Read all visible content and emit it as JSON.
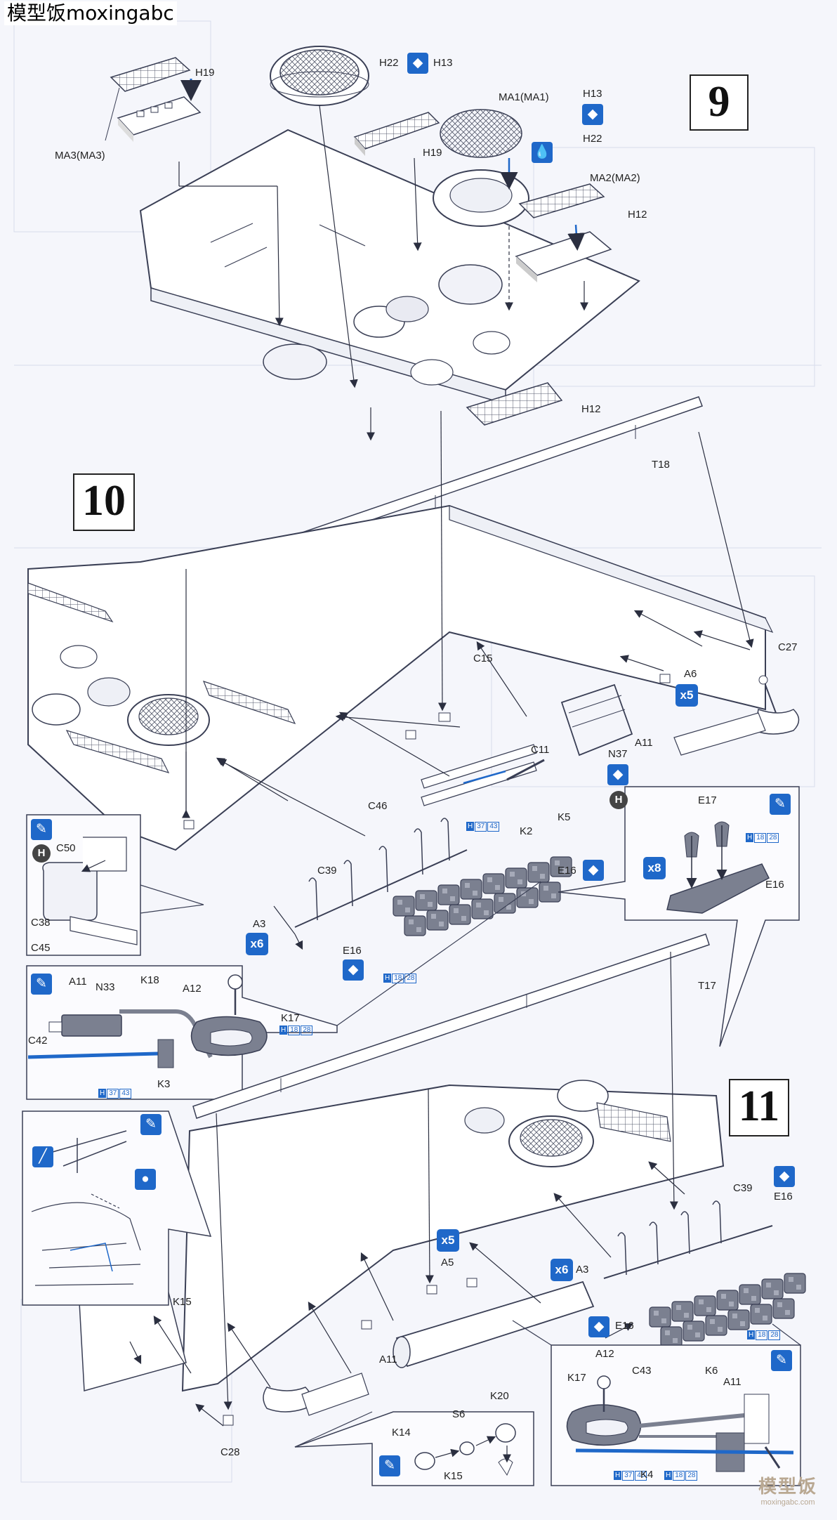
{
  "header": {
    "watermark_title": "模型饭moxingabc"
  },
  "steps": [
    {
      "number": "9"
    },
    {
      "number": "10"
    },
    {
      "number": "11"
    }
  ],
  "callouts": {
    "h19_a": "H19",
    "ma3": "MA3(MA3)",
    "h22_top": "H22",
    "h13_top": "H13",
    "ma1": "MA1(MA1)",
    "h13_b": "H13",
    "h22_b": "H22",
    "h19_b": "H19",
    "ma2": "MA2(MA2)",
    "h12_a": "H12",
    "h12_b": "H12",
    "t18": "T18",
    "c27": "C27",
    "c15": "C15",
    "a6": "A6",
    "a11_a": "A11",
    "n37": "N37",
    "c11": "C11",
    "c46": "C46",
    "k2": "K2",
    "k5": "K5",
    "e17": "E17",
    "e16_a": "E16",
    "e16_b": "E16",
    "c39_a": "C39",
    "a3_a": "A3",
    "e16_c": "E16",
    "c50": "C50",
    "c38": "C38",
    "c45": "C45",
    "a11_b": "A11",
    "n33": "N33",
    "k18": "K18",
    "a12_a": "A12",
    "k17_a": "K17",
    "c42": "C42",
    "k3": "K3",
    "t17": "T17",
    "c39_b": "C39",
    "e16_d": "E16",
    "a3_b": "A3",
    "a5": "A5",
    "e16_e": "E16",
    "k15_a": "K15",
    "a11_c": "A11",
    "c28": "C28",
    "k14": "K14",
    "s6": "S6",
    "k20": "K20",
    "k15_b": "K15",
    "a12_b": "A12",
    "k17_b": "K17",
    "c43": "C43",
    "k6": "K6",
    "a11_d": "A11",
    "k4": "K4"
  },
  "quantity_badges": {
    "x5_a": "x5",
    "x6_a": "x6",
    "x8": "x8",
    "x5_b": "x5",
    "x6_b": "x6"
  },
  "color_codes": {
    "h37_43": {
      "h": "H",
      "a": "37",
      "b": "43"
    },
    "h18_28": {
      "h": "H",
      "a": "18",
      "b": "28"
    }
  },
  "colors": {
    "ink": "#3a3f55",
    "accent_blue": "#1f68c9",
    "part_gray": "#7b8090",
    "paper": "#f5f6fb"
  },
  "icon_names": [
    "paint-brush-icon",
    "glue-icon",
    "cement-icon",
    "hole-open-icon",
    "black-h-icon",
    "hatch-icon"
  ],
  "footer_watermark": {
    "brand": "模型饭",
    "url": "moxingabc.com"
  }
}
